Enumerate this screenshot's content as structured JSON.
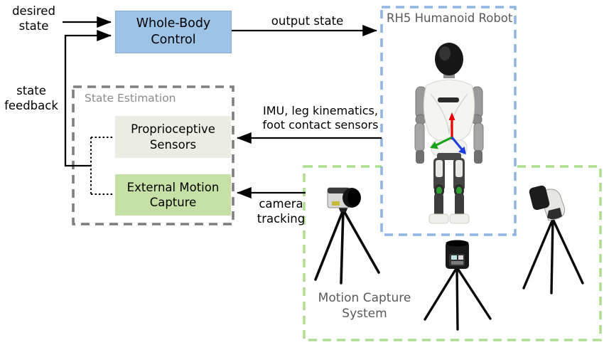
{
  "figure": {
    "labels": {
      "desired_state": "desired\nstate",
      "state_feedback": "state\nfeedback",
      "output_state": "output state",
      "imu": "IMU, leg kinematics,\nfoot contact sensors",
      "camera_tracking": "camera\ntracking"
    },
    "blocks": {
      "whole_body_control": "Whole-Body\nControl",
      "proprioceptive_sensors": "Proprioceptive\nSensors",
      "external_motion_capture": "External Motion\nCapture"
    },
    "containers": {
      "state_estimation": "State Estimation",
      "rh5_humanoid_robot": "RH5 Humanoid Robot",
      "motion_capture_system": "Motion Capture\nSystem"
    },
    "colors": {
      "wbc_fill": "#9DC3E6",
      "proprioceptive_fill": "#ECEDE2",
      "external_fill": "#C6E1A6",
      "robot_box_dash": "#8FB6E4",
      "mocap_box_dash": "#AEDE90",
      "estimation_box_dash": "#7F7F7F",
      "container_label_gray": "#595959",
      "axis_red": "#E60000",
      "axis_green": "#19A319",
      "axis_blue": "#1F3DE0"
    }
  }
}
